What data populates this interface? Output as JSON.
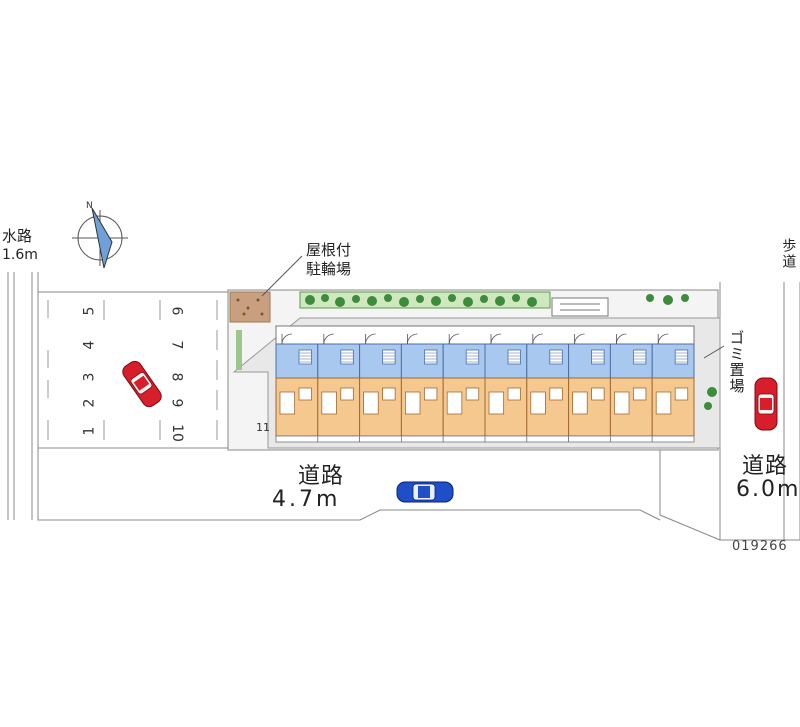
{
  "waterway": {
    "name": "水路",
    "width": "1.6m"
  },
  "sidewalk": {
    "label": "歩道"
  },
  "roof_bicycle_parking": {
    "line1": "屋根付",
    "line2": "駐輪場"
  },
  "garbage_area": {
    "label": "ゴミ置場"
  },
  "road_main": {
    "name": "道路",
    "width": "4.7m"
  },
  "road_east": {
    "name": "道路",
    "width": "6.0m"
  },
  "parking": {
    "spaces": [
      "1",
      "2",
      "3",
      "4",
      "5",
      "6",
      "7",
      "8",
      "9",
      "10",
      "11"
    ]
  },
  "apartment": {
    "unit_count": 10
  },
  "property_code": "019266",
  "colors": {
    "building_upper": "#a8c8f0",
    "building_lower": "#f5c890",
    "car_red": "#d81e2a",
    "car_blue": "#1e4ec8",
    "hedge": "#3c8c3c",
    "bike_roof": "#c8a080"
  },
  "icons": [
    "north-arrow-icon",
    "red-car-icon",
    "blue-car-icon"
  ]
}
